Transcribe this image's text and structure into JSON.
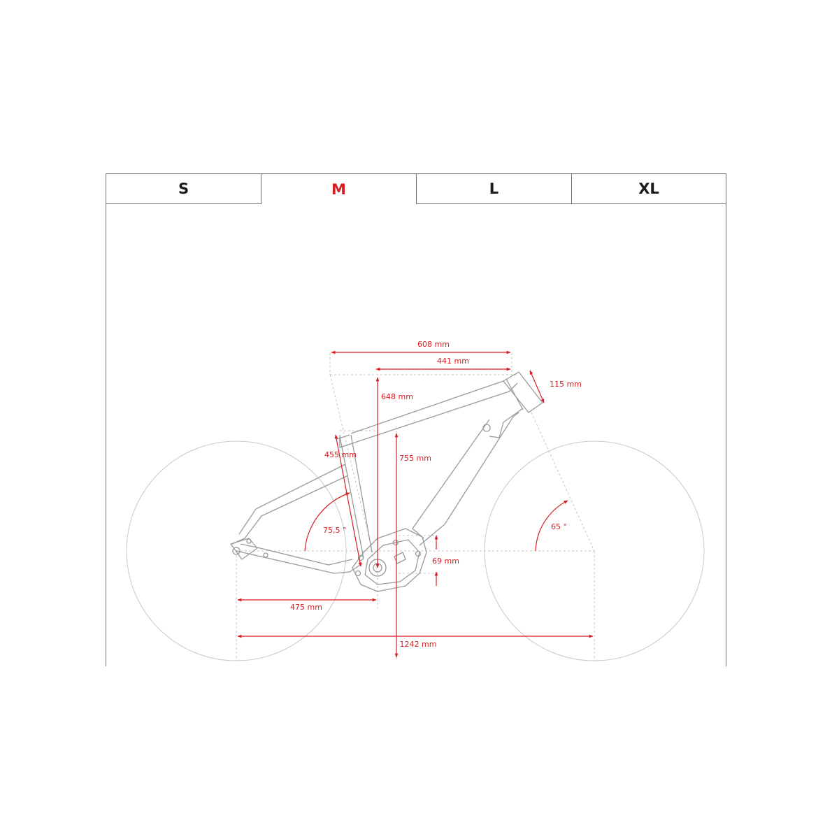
{
  "size_tabs": [
    {
      "label": "S",
      "active": false
    },
    {
      "label": "M",
      "active": true
    },
    {
      "label": "L",
      "active": false
    },
    {
      "label": "XL",
      "active": false
    }
  ],
  "colors": {
    "accent": "#d41e24",
    "frame_line": "#9a9a9a",
    "border": "#6e6e6e",
    "text": "#1b1b1b"
  },
  "dimensions": {
    "reach": "608 mm",
    "top_tube": "441 mm",
    "stack": "648 mm",
    "head_tube": "115 mm",
    "seat_tube": "455 mm",
    "standover": "755 mm",
    "seat_angle": "75,5 °",
    "head_angle": "65 °",
    "bb_drop": "69 mm",
    "chainstay": "475 mm",
    "wheelbase": "1242 mm"
  }
}
